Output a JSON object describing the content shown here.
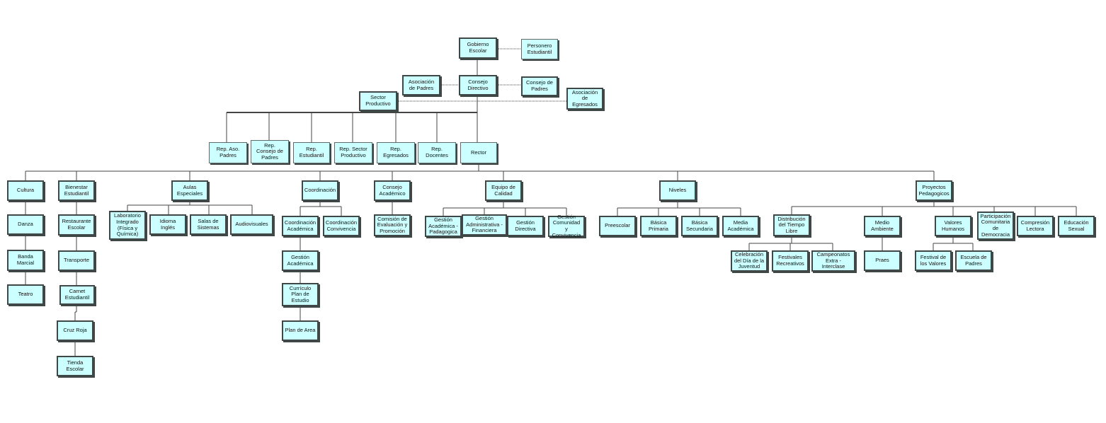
{
  "colors": {
    "box_fill": "#ccffff",
    "box_border": "#3f4747",
    "line": "#444444"
  },
  "governance": {
    "gobierno_escolar": "Gobierno\nEscolar",
    "personero": "Personero\nEstudiantil",
    "asociacion_padres": "Asociación\nde Padres",
    "consejo_directivo": "Consejo\nDirectivo",
    "consejo_padres": "Consejo de\nPadres",
    "sector_productivo": "Sector\nProductivo",
    "asociacion_egresados": "Asociación\nde\nEgresados"
  },
  "representatives": {
    "rep_aso_padres": "Rep. Aso.\nPadres",
    "rep_consejo_padres": "Rep.\nConsejo de\nPadres",
    "rep_estudiantil": "Rep.\nEstudiantil",
    "rep_sector_productivo": "Rep. Sector\nProductivo",
    "rep_egresados": "Rep.\nEgresados",
    "rep_docentes": "Rep.\nDocentes",
    "rector": "Rector"
  },
  "areas": {
    "cultura": "Cultura",
    "danza": "Danza",
    "banda_marcial": "Banda\nMarcial",
    "teatro": "Teatro",
    "bienestar": "Bienestar\nEstudiantil",
    "restaurante": "Restaurante\nEscolar",
    "transporte": "Transporte",
    "carnet": "Carnet\nEstudiantil",
    "cruz_roja": "Cruz Roja",
    "tienda": "Tienda\nEscolar",
    "aulas": "Aulas\nEspeciales",
    "laboratorio": "Laboratorio\nIntegrado\n(Física y\nQuímica)",
    "idioma": "Idioma Inglés",
    "salas": "Salas de\nSistemas",
    "audiovisuales": "Audiovisuales",
    "coordinacion": "Coordinación",
    "coord_academica": "Coordinación\nAcadémica",
    "coord_convivencia": "Coordinación\nConvivencia",
    "gestion_academica": "Gestión\nAcadémica",
    "curriculo": "Currículo\nPlan de\nEstudio",
    "plan_area": "Plan de Area",
    "consejo_academico": "Consejo\nAcadémico",
    "comision": "Comisión de\nEvaluación y\nPromoción",
    "equipo_calidad": "Equipo de\nCalidad",
    "g_acad_ped": "Gestión\nAcadémica -\nPadagogica",
    "g_admin_fin": "Gestión\nAdministrativa -\nFinanciera",
    "g_directiva": "Gestión\nDirectiva",
    "g_comunidad": "Gestión\nComunidad y\nConvivencia",
    "niveles": "Niveles",
    "preescolar": "Preescolar",
    "basica_primaria": "Básica\nPrimaria",
    "basica_secundaria": "Básica\nSecundaria",
    "media_academica": "Media\nAcadémica",
    "proyectos": "Proyectos\nPedagogicos",
    "distribucion": "Distribución\ndel Tiempo\nLibre",
    "celebracion": "Celebración\ndel Día de la\nJuventud",
    "festivales": "Festivales\nRecreativos",
    "campeonatos": "Campeonatos\nExtra -\nInterclase",
    "medio_ambiente": "Medio\nAmbiente",
    "praes": "Praes",
    "valores": "Valores\nHumanos",
    "festival_valores": "Festival de\nlos Valores",
    "escuela_padres": "Escuela de\nPadres",
    "participacion": "Participación\nComunitaria\nde\nDemocracia",
    "compresion": "Compresión\nLectora",
    "educacion_sexual": "Educación\nSexual"
  }
}
